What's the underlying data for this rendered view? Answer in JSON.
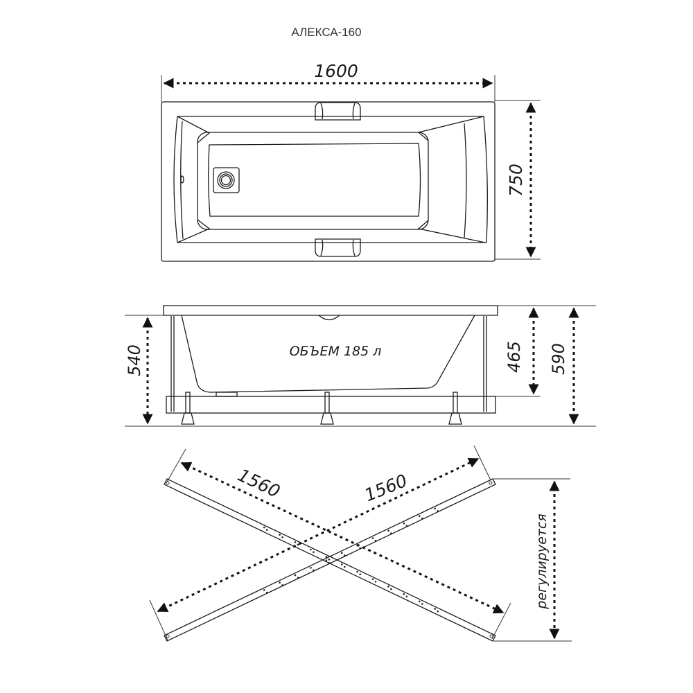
{
  "title": "АЛЕКСА-160",
  "top_view": {
    "length_label": "1600",
    "width_label": "750"
  },
  "side_view": {
    "volume_label": "ОБЪЕМ 185 л",
    "height_frame_label": "540",
    "depth_label": "465",
    "height_total_label": "590"
  },
  "frame_view": {
    "diagonal_a_label": "1560",
    "diagonal_b_label": "1560",
    "adjustable_label": "регулируется"
  }
}
